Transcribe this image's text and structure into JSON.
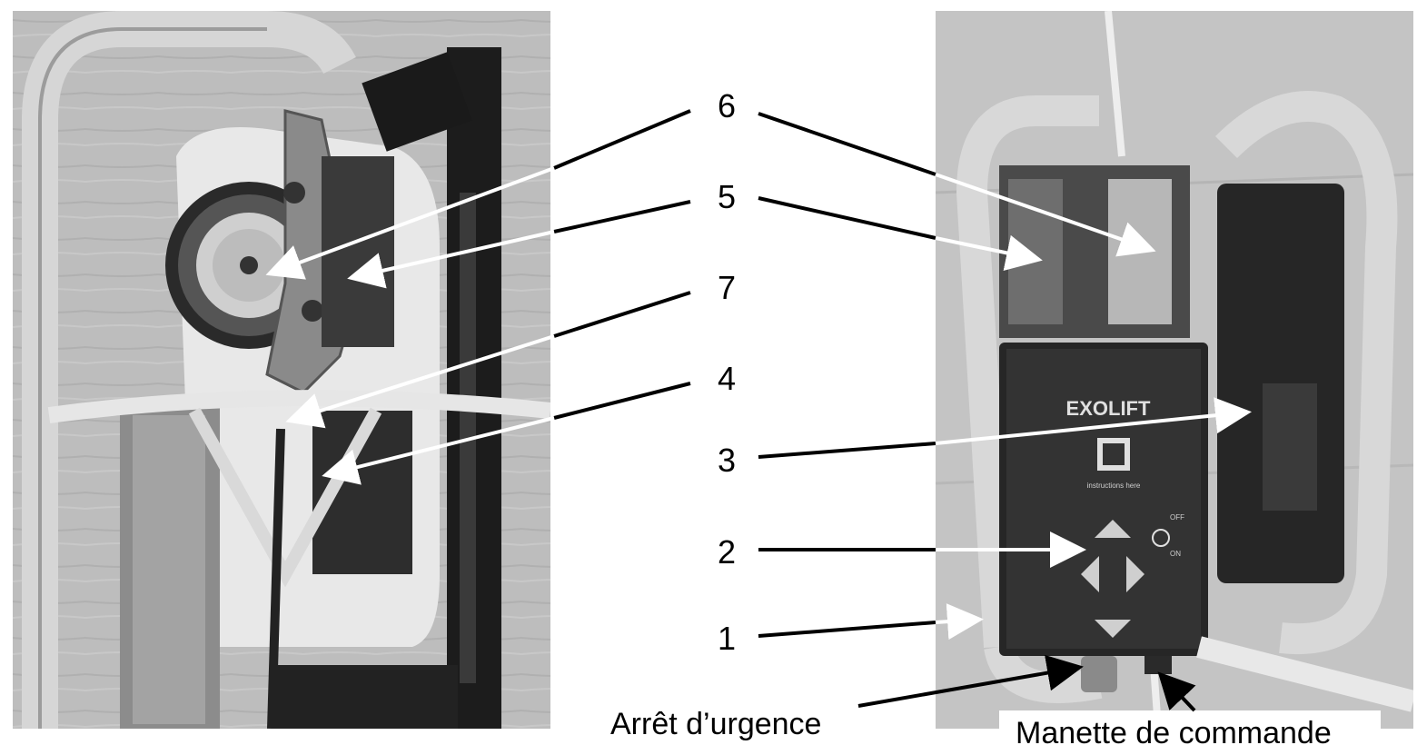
{
  "callouts": {
    "n6": "6",
    "n5": "5",
    "n7": "7",
    "n4": "4",
    "n3": "3",
    "n2": "2",
    "n1": "1"
  },
  "captions": {
    "emergency_stop": "Arrêt d’urgence",
    "control_handle": "Manette de commande"
  },
  "device": {
    "brand": "EXOLIFT",
    "instructions": "instructions here",
    "off": "OFF",
    "on": "ON"
  },
  "colors": {
    "arrow_black": "#000000",
    "arrow_white": "#ffffff",
    "photo_gray": "#a9a9a9"
  }
}
